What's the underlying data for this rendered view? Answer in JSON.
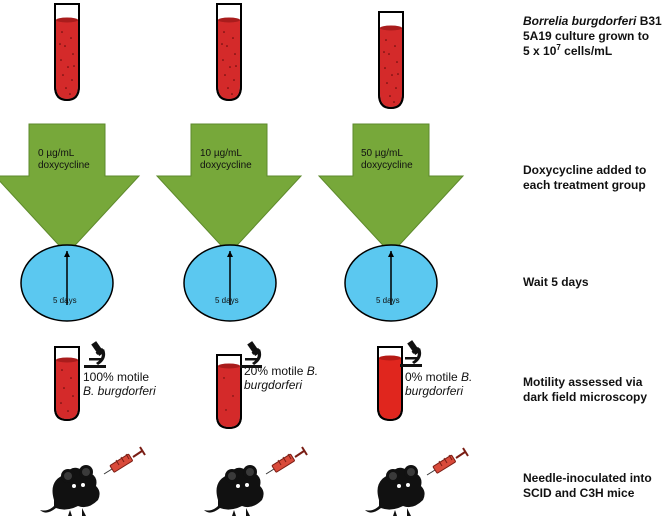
{
  "columns": [
    {
      "dose_line1": "0 µg/mL",
      "dose_line2": "doxycycline",
      "clock_label": "5 days",
      "motility_percent": "100% motile",
      "motility_species": "B. burgdorferi",
      "tube_fill_fraction": 0.92
    },
    {
      "dose_line1": "10 µg/mL",
      "dose_line2": "doxycycline",
      "clock_label": "5 days",
      "motility_percent": "20% motile",
      "motility_species_part1": "B.",
      "motility_species_part2": "burgdorferi",
      "tube_fill_fraction": 0.92
    },
    {
      "dose_line1": "50 µg/mL",
      "dose_line2": "doxycycline",
      "clock_label": "5 days",
      "motility_percent": "0% motile",
      "motility_species": "B.",
      "motility_species_part2": "burgdorferi",
      "tube_fill_fraction": 0.92
    }
  ],
  "steps": {
    "culture_species": "Borrelia burgdorferi",
    "culture_strain": "B31",
    "culture_line2": "5A19 culture grown to",
    "culture_line3_prefix": "5 x 10",
    "culture_line3_exp": "7",
    "culture_line3_suffix": " cells/mL",
    "dox_line1": "Doxycycline added to",
    "dox_line2": "each treatment group",
    "wait_label": "Wait 5 days",
    "motility_line1": "Motility assessed via",
    "motility_line2": "dark field microscopy",
    "inoculate_line1": "Needle-inoculated into",
    "inoculate_line2": "SCID and C3H mice"
  },
  "colors": {
    "culture_red": "#d42a2a",
    "treatment_green": "#77a83a",
    "clock_blue": "#5bc8f0",
    "syringe_red": "#d94a3a",
    "mouse_black": "#111111"
  },
  "icons": [
    "test-tube-icon",
    "down-arrow-icon",
    "clock-icon",
    "microscope-icon",
    "mouse-icon",
    "syringe-icon"
  ]
}
